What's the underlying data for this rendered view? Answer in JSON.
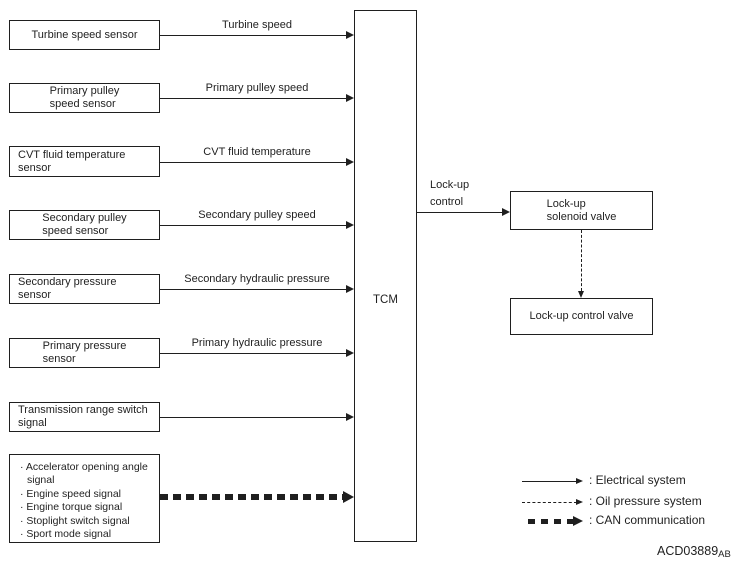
{
  "sensors": [
    {
      "lines": [
        "Turbine speed sensor"
      ],
      "signal": "Turbine speed"
    },
    {
      "lines": [
        "Primary pulley",
        "speed sensor"
      ],
      "signal": "Primary pulley speed"
    },
    {
      "lines": [
        "CVT fluid temperature",
        "sensor"
      ],
      "signal": "CVT fluid temperature"
    },
    {
      "lines": [
        "Secondary pulley",
        "speed sensor"
      ],
      "signal": "Secondary pulley speed"
    },
    {
      "lines": [
        "Secondary pressure",
        "sensor"
      ],
      "signal": "Secondary hydraulic pressure"
    },
    {
      "lines": [
        "Primary pressure",
        "sensor"
      ],
      "signal": "Primary hydraulic pressure"
    },
    {
      "lines": [
        "Transmission range switch",
        "signal"
      ],
      "signal": ""
    }
  ],
  "can_inputs": {
    "bullet": "·",
    "items": [
      "Accelerator opening angle signal",
      "Engine speed signal",
      "Engine torque signal",
      "Stoplight switch signal",
      "Sport mode signal"
    ]
  },
  "tcm": {
    "label": "TCM"
  },
  "outputs": {
    "control_label_lines": [
      "Lock-up",
      "control"
    ],
    "solenoid_valve_lines": [
      "Lock-up",
      "solenoid valve"
    ],
    "control_valve": "Lock-up control valve"
  },
  "legend": [
    {
      "style": "electrical",
      "label": ": Electrical system"
    },
    {
      "style": "oil",
      "label": ": Oil pressure system"
    },
    {
      "style": "can",
      "label": ": CAN communication"
    }
  ],
  "figure_code": {
    "main": "ACD03889",
    "sub": "AB"
  },
  "colors": {
    "ink": "#1f1f1f",
    "background": "#ffffff"
  }
}
